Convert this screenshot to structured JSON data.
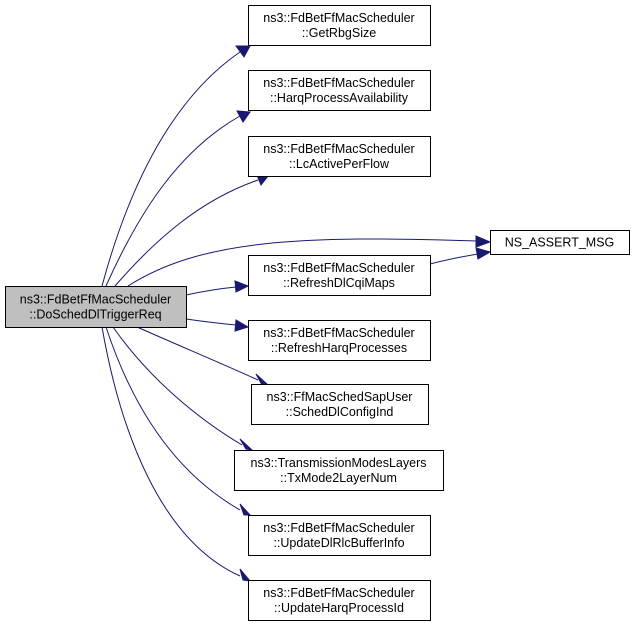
{
  "graph": {
    "type": "call-graph",
    "edge_color": "#191970",
    "root_fill": "#bfbfbf",
    "node_fill": "#ffffff",
    "nodes": [
      {
        "id": "root",
        "lines": [
          "ns3::FdBetFfMacScheduler",
          "::DoSchedDlTriggerReq"
        ],
        "highlighted": true
      },
      {
        "id": "getrbgsize",
        "lines": [
          "ns3::FdBetFfMacScheduler",
          "::GetRbgSize"
        ]
      },
      {
        "id": "harqavail",
        "lines": [
          "ns3::FdBetFfMacScheduler",
          "::HarqProcessAvailability"
        ]
      },
      {
        "id": "lcactive",
        "lines": [
          "ns3::FdBetFfMacScheduler",
          "::LcActivePerFlow"
        ]
      },
      {
        "id": "refreshcqi",
        "lines": [
          "ns3::FdBetFfMacScheduler",
          "::RefreshDlCqiMaps"
        ]
      },
      {
        "id": "refreshharq",
        "lines": [
          "ns3::FdBetFfMacScheduler",
          "::RefreshHarqProcesses"
        ]
      },
      {
        "id": "scheddlconfig",
        "lines": [
          "ns3::FfMacSchedSapUser",
          "::SchedDlConfigInd"
        ]
      },
      {
        "id": "txmode",
        "lines": [
          "ns3::TransmissionModesLayers",
          "::TxMode2LayerNum"
        ]
      },
      {
        "id": "updaterlc",
        "lines": [
          "ns3::FdBetFfMacScheduler",
          "::UpdateDlRlcBufferInfo"
        ]
      },
      {
        "id": "updateharq",
        "lines": [
          "ns3::FdBetFfMacScheduler",
          "::UpdateHarqProcessId"
        ]
      },
      {
        "id": "assert",
        "lines": [
          "NS_ASSERT_MSG"
        ]
      }
    ],
    "edges": [
      {
        "from": "root",
        "to": "getrbgsize"
      },
      {
        "from": "root",
        "to": "harqavail"
      },
      {
        "from": "root",
        "to": "lcactive"
      },
      {
        "from": "root",
        "to": "assert"
      },
      {
        "from": "root",
        "to": "refreshcqi"
      },
      {
        "from": "root",
        "to": "refreshharq"
      },
      {
        "from": "root",
        "to": "scheddlconfig"
      },
      {
        "from": "root",
        "to": "txmode"
      },
      {
        "from": "root",
        "to": "updaterlc"
      },
      {
        "from": "root",
        "to": "updateharq"
      },
      {
        "from": "refreshcqi",
        "to": "assert"
      }
    ]
  }
}
